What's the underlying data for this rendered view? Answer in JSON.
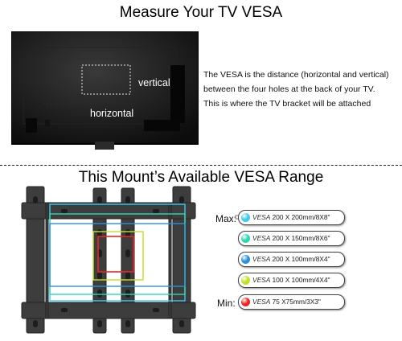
{
  "top_title": "Measure Your TV VESA",
  "tv": {
    "vertical_label": "vertical",
    "horizontal_label": "horizontal"
  },
  "description": [
    "The VESA is the distance (horizontal and vertical)",
    "between the four holes at the back of your TV.",
    "This is where the TV bracket will be attached"
  ],
  "bottom_title": "This Mount’s Available VESA Range",
  "max_label": "Max:",
  "min_label": "Min:",
  "vesa_prefix": "VESA",
  "vesa_options": [
    {
      "size": "200 X 200mm/8X8\"",
      "color": "#46c8e8"
    },
    {
      "size": "200 X 150mm/8X6\"",
      "color": "#33d4b0"
    },
    {
      "size": "200 X 100mm/8X4\"",
      "color": "#2d8fd8"
    },
    {
      "size": "100 X 100mm/4X4\"",
      "color": "#c3df2a"
    },
    {
      "size": "75 X75mm/3X3\"",
      "color": "#e82626"
    }
  ]
}
